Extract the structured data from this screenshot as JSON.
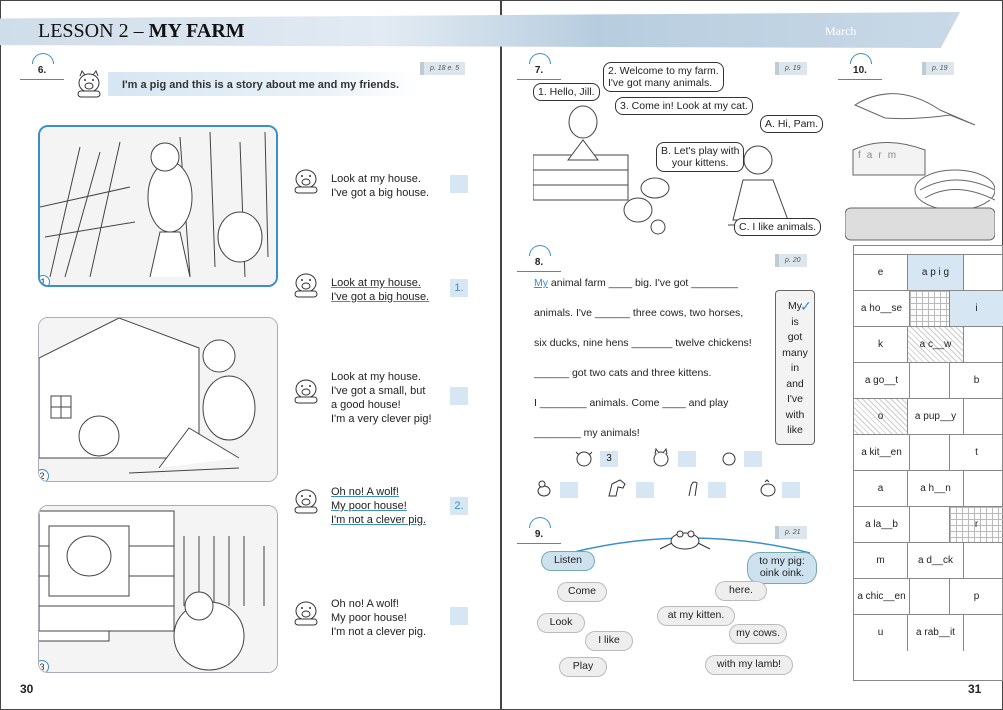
{
  "header": {
    "lesson_label": "LESSON 2 – ",
    "lesson_title": "MY FARM",
    "month": "March"
  },
  "ex6": {
    "num": "6.",
    "ref": "p. 18  e. 5",
    "intro": "I'm a pig and this is a story about me and my friends.",
    "panels": [
      "1",
      "2",
      "3"
    ],
    "story": [
      {
        "lines": [
          "Look at my house.",
          "I've got a big house."
        ],
        "box": "",
        "underlined": false
      },
      {
        "lines": [
          "Look at my house.",
          "I've got a big house."
        ],
        "box": "1.",
        "underlined": true
      },
      {
        "lines": [
          "Look at my house.",
          "I've got a small, but",
          "a good house!",
          "I'm a very clever pig!"
        ],
        "box": "",
        "underlined": false
      },
      {
        "lines": [
          "Oh no! A wolf!",
          "My poor house!",
          "I'm not a clever pig."
        ],
        "box": "2.",
        "underlined": true
      },
      {
        "lines": [
          "Oh no! A wolf!",
          "My poor house!",
          "I'm not a clever pig."
        ],
        "box": "",
        "underlined": false
      }
    ]
  },
  "ex7": {
    "num": "7.",
    "ref": "p. 19",
    "bubbles": [
      "1. Hello, Jill.",
      "2. Welcome to my farm.",
      "I've got many animals.",
      "3. Come in! Look at my cat.",
      "A. Hi, Pam.",
      "B. Let's play with",
      "your kittens.",
      "C. I like animals."
    ]
  },
  "ex8": {
    "num": "8.",
    "ref": "p. 20",
    "lines": [
      [
        "My",
        " animal farm ____ big. I've got ________"
      ],
      [
        "",
        "animals. I've ______ three cows, two horses,"
      ],
      [
        "",
        "six ducks, nine hens _______ twelve chickens!"
      ],
      [
        "",
        "______ got two cats and three kittens."
      ],
      [
        "",
        "I ________ animals. Come ____ and play"
      ],
      [
        "",
        "________ my animals!"
      ]
    ],
    "words": [
      "My",
      "is",
      "got",
      "many",
      "in",
      "and",
      "I've",
      "with",
      "like"
    ],
    "answer": "3"
  },
  "ex9": {
    "num": "9.",
    "ref": "p. 21",
    "clouds": [
      "Listen",
      "to my pig:",
      "oink oink.",
      "Come",
      "here.",
      "Look",
      "at my kitten.",
      "I like",
      "my cows.",
      "Play",
      "with my lamb!"
    ]
  },
  "ex10": {
    "num": "10.",
    "ref": "p. 19",
    "letters": [
      "f",
      "a",
      "r",
      "m"
    ],
    "rows": [
      {
        "left": "e",
        "mid": "a p i g",
        "right": "",
        "style": [
          "",
          "tint",
          ""
        ]
      },
      {
        "left": "a ho__se",
        "mid": "",
        "right": "i",
        "style": [
          "",
          "grid",
          "tint"
        ]
      },
      {
        "left": "k",
        "mid": "a c__w",
        "right": "",
        "style": [
          "",
          "hatch",
          ""
        ]
      },
      {
        "left": "a go__t",
        "mid": "",
        "right": "b",
        "style": [
          "",
          "",
          ""
        ]
      },
      {
        "left": "o",
        "mid": "a pup__y",
        "right": "",
        "style": [
          "hatch",
          "",
          ""
        ]
      },
      {
        "left": "a kit__en",
        "mid": "",
        "right": "t",
        "style": [
          "",
          "",
          ""
        ]
      },
      {
        "left": "a",
        "mid": "a h__n",
        "right": "",
        "style": [
          "",
          "",
          ""
        ]
      },
      {
        "left": "a la__b",
        "mid": "",
        "right": "r",
        "style": [
          "",
          "",
          "grid"
        ]
      },
      {
        "left": "m",
        "mid": "a d__ck",
        "right": "",
        "style": [
          "",
          "",
          ""
        ]
      },
      {
        "left": "a chic__en",
        "mid": "",
        "right": "p",
        "style": [
          "",
          "",
          ""
        ]
      },
      {
        "left": "u",
        "mid": "a rab__it",
        "right": "",
        "style": [
          "",
          "",
          ""
        ]
      }
    ]
  },
  "pages": {
    "left": "30",
    "right": "31"
  }
}
